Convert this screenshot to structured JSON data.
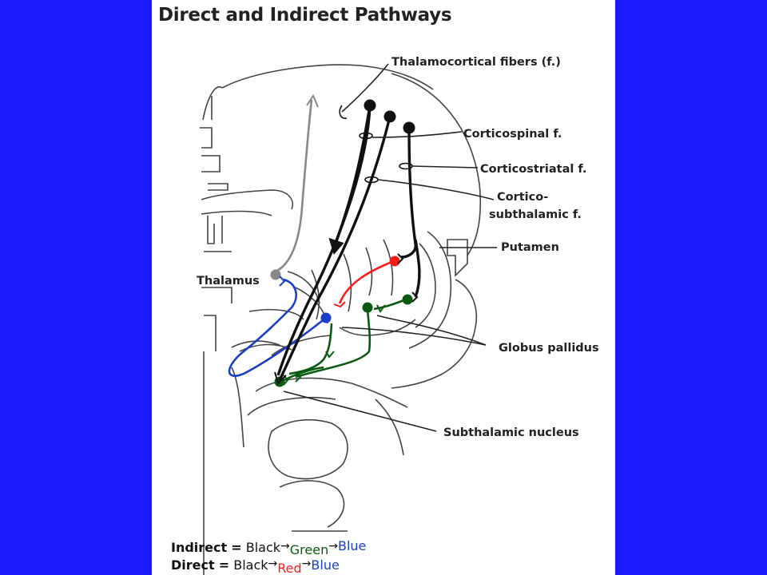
{
  "title": "Direct and Indirect Pathways",
  "labels": {
    "thalamocortical": "Thalamocortical fibers (f.)",
    "corticospinal": "Corticospinal f.",
    "corticostriatal": "Corticostriatal f.",
    "cortico_line1": "Cortico-",
    "cortico_line2": "subthalamic f.",
    "putamen": "Putamen",
    "thalamus": "Thalamus",
    "globus_pallidus": "Globus pallidus",
    "subthalamic_nucleus": "Subthalamic nucleus"
  },
  "legend": {
    "indirect": {
      "name": "Indirect",
      "eq": "=",
      "steps": [
        "Black",
        "Green",
        "Blue"
      ],
      "arrow": "→"
    },
    "direct": {
      "name": "Direct",
      "eq": "=",
      "steps": [
        "Black",
        "Red",
        "Blue"
      ],
      "arrow": "→"
    }
  },
  "colors": {
    "background": "#1a1aff",
    "black_pathway": "#111111",
    "green_pathway": "#0b5a12",
    "red_pathway": "#ff1a1a",
    "blue_pathway": "#1a3ec9",
    "thalamic_neuron": "#888888"
  }
}
